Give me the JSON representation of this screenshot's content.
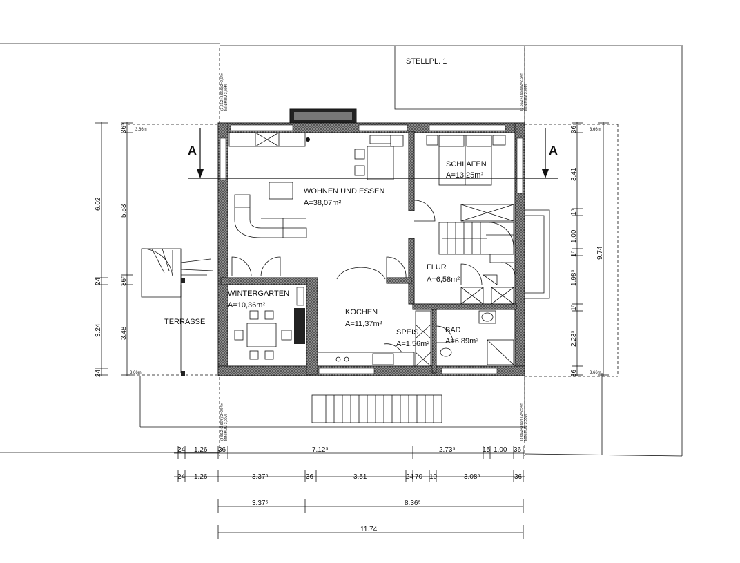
{
  "rooms": {
    "stellplatz": "STELLPL. 1",
    "wohnen_name": "WOHNEN UND ESSEN",
    "wohnen_area": "A=38,07m²",
    "schlafen_name": "SCHLAFEN",
    "schlafen_area": "A=13,25m²",
    "flur_name": "FLUR",
    "flur_area": "A=6,58m²",
    "wintergarten_name": "WINTERGARTEN",
    "wintergarten_area": "A=10,36m²",
    "kochen_name": "KOCHEN",
    "kochen_area": "A=11,37m²",
    "speis_name": "SPEIS",
    "speis_area": "A=1,56m²",
    "bad_name": "BAD",
    "bad_area": "A=6,89m²",
    "terrasse": "TERRASSE"
  },
  "section_marks": {
    "left": "A",
    "right": "A"
  },
  "setback_note_line1": "(3,66/2+3,66/6)/2=2,54m",
  "setback_note_line2": "MINIMUM 3,00M",
  "height_mark": "3,66m",
  "dimensions": {
    "row1": [
      "24",
      "1.26",
      "36",
      "7.12⁵",
      "2.73⁵",
      "15",
      "1.00",
      "36"
    ],
    "row2": [
      "24",
      "1.26",
      "3.37⁵",
      "36",
      "3.51",
      "24",
      "70",
      "10",
      "3.08⁵",
      "36"
    ],
    "row3": [
      "3.37⁵",
      "8.36⁵"
    ],
    "row4": [
      "11.74"
    ],
    "left_outer": [
      "6.02",
      "3.24",
      "24",
      "24"
    ],
    "left_inner": [
      "36⁵",
      "5.53",
      "36⁵",
      "3.48"
    ],
    "right_outer": [
      "36",
      "3.41",
      "1⁵",
      "1.00",
      "1⁵",
      "1.98⁵",
      "1⁵",
      "2.23⁵",
      "36"
    ],
    "right_total": "9.74"
  }
}
